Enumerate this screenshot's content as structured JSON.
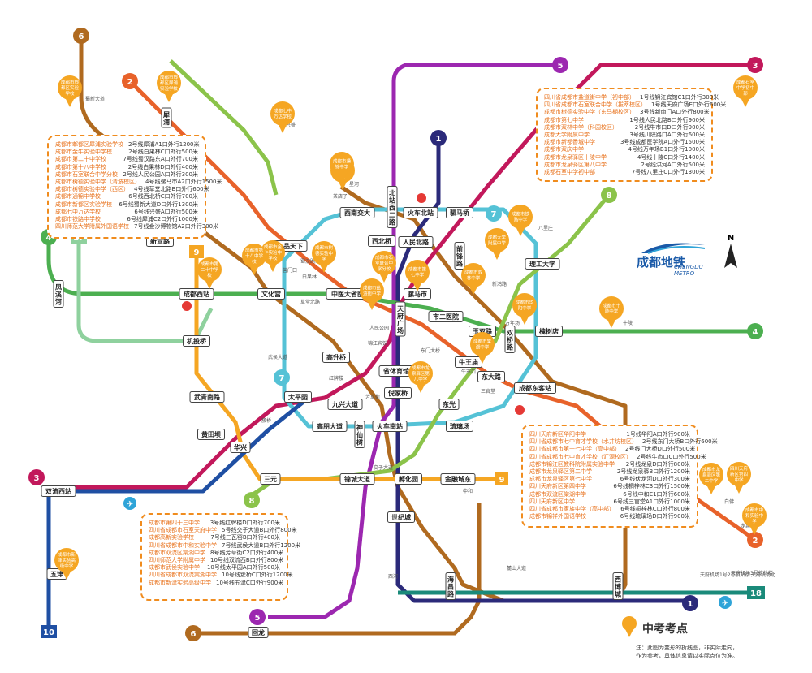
{
  "lines": [
    {
      "id": "1",
      "color": "#2b2a7a"
    },
    {
      "id": "2",
      "color": "#e8622a"
    },
    {
      "id": "3",
      "color": "#c2185b"
    },
    {
      "id": "4",
      "color": "#4caf50"
    },
    {
      "id": "5",
      "color": "#9c27b0"
    },
    {
      "id": "6",
      "color": "#b06a1f"
    },
    {
      "id": "7",
      "color": "#55c2d6"
    },
    {
      "id": "8",
      "color": "#8bc34a"
    },
    {
      "id": "9",
      "color": "#f5a623"
    },
    {
      "id": "10",
      "color": "#1f4fa3"
    },
    {
      "id": "17",
      "color": "#8fd19e"
    },
    {
      "id": "18",
      "color": "#1a8a7a"
    }
  ],
  "stations": [
    "犀浦",
    "新业路",
    "成都西站",
    "机投桥",
    "武青南路",
    "华兴",
    "三元",
    "双流西站",
    "五津",
    "回龙",
    "西南交大",
    "一品天下",
    "文化宫",
    "中医大省医院",
    "西北桥",
    "北站西二路",
    "火车北站",
    "人民北路",
    "驷马桥",
    "前锋路",
    "理工大学",
    "骡马市",
    "天府广场",
    "市二医院",
    "玉双路",
    "双桥路",
    "槐树店",
    "高升桥",
    "省体育馆",
    "牛王庙",
    "东大路",
    "成都东客站",
    "太平园",
    "九兴大道",
    "倪家桥",
    "东光",
    "高朋大道",
    "锦城大道",
    "火车南站",
    "琉璃场",
    "孵化园",
    "金融城东",
    "世纪城",
    "海昌路",
    "西博城",
    "黄田坝",
    "神仙树",
    "凤溪河"
  ],
  "small_labels": [
    "蜀新大道",
    "兴盛",
    "星河",
    "茶店子",
    "白果林",
    "蜀汉路东",
    "营门口",
    "草堂北路",
    "人民公园",
    "锦江宾馆",
    "东门大桥",
    "牛市口",
    "三官堂",
    "芳草街",
    "红牌楼",
    "武侯大道",
    "簇桥",
    "中和",
    "麓山大道",
    "交子大道",
    "西河",
    "天府机场北",
    "天府机场1号2号航站楼",
    "天府机场3号航站楼",
    "新鸿路",
    "八里庄",
    "万年场",
    "十陵",
    "白佛",
    "龙泉驿"
  ],
  "boxes": {
    "left_top": [
      [
        "成都市郫都区犀浦实验学校",
        "2号线犀浦A1口外行1200米"
      ],
      [
        "成都市金牛实验中学校",
        "2号线白果林C口外行500米"
      ],
      [
        "成都市第二十中学校",
        "7号线蜀汉路东A口外行700米"
      ],
      [
        "成都市第十八中学校",
        "2号线白果林D口外行400米"
      ],
      [
        "成都市石室联合中学分校",
        "2号线人民公园A口外行300米"
      ],
      [
        "成都市树德实验中学（清波校区）",
        "4号线骡马市A2口外行1500米"
      ],
      [
        "成都市树德实验中学（西区）",
        "4号线草堂北路B口外行600米"
      ],
      [
        "成都市通锦中学校",
        "6号线西北桥C口外行700米"
      ],
      [
        "成都市新都区实验学校",
        "6号线蜀新大道D口外行1300米"
      ],
      [
        "成都七中万达学校",
        "6号线兴盛A口外行500米"
      ],
      [
        "成都市铁路中学校",
        "6号线犀浦C2口外行1000米"
      ],
      [
        "四川师范大学附属外国语学校",
        "7号线金沙博物馆A2口外行300米"
      ]
    ],
    "right_top": [
      [
        "四川省成都市盐道街中学（初中部）",
        "1号线锦江宾馆C1口外行300米"
      ],
      [
        "四川省成都市石室联合中学（拔萃校区）",
        "1号线天府广场E口外行600米"
      ],
      [
        "成都市树德实验中学（东马棚校区）",
        "3号线新南门A口外行800米"
      ],
      [
        "成都市第七中学",
        "1号线人民北路B口外行900米"
      ],
      [
        "成都市双林中学（科园校区）",
        "2号线牛市口D口外行900米"
      ],
      [
        "成都大学附属中学",
        "3号线川陕路口A口外行600米"
      ],
      [
        "成都市新都香城中学",
        "3号线成都医学院A口外行1500米"
      ],
      [
        "成都市双庆中学",
        "4号线万年场B1口外行1000米"
      ],
      [
        "成都市龙泉驿区十陵中学",
        "4号线十陵C口外行1400米"
      ],
      [
        "成都市龙泉驿区第八中学",
        "2号线洪河A口外行500米"
      ],
      [
        "成都石室中学初中部",
        "7号线八里庄C口外行1300米"
      ]
    ],
    "right_mid": [
      [
        "四川天府新区华阳中学",
        "1号线华阳A口外行900米"
      ],
      [
        "四川省成都市七中育才学校（水井坊校区）",
        "2号线东门大桥B口外行600米"
      ],
      [
        "四川省成都市第十七中学（高中部）",
        "2号线门大桥D口外行500米"
      ],
      [
        "四川省成都市七中育才学校（汇源校区）",
        "2号线牛市口C口外行500米"
      ],
      [
        "成都市锦江区教科院附属实验中学",
        "2号线龙泉D口外行800米"
      ],
      [
        "成都市龙泉驿区第二中学",
        "2号线龙泉驿B口外行1200米"
      ],
      [
        "成都市龙泉驿区第七中学",
        "6号线伏龙河D口外行300米"
      ],
      [
        "四川天府新区第四中学",
        "6号线桐梓林C3口外行1500米"
      ],
      [
        "成都市双流区棠湖中学",
        "6号线中和E1口外行600米"
      ],
      [
        "四川天府新区中学",
        "6号线三官堂A1口外行1000米"
      ],
      [
        "四川省成都市家族中学（高中部）",
        "6号线桐梓林C口外行800米"
      ],
      [
        "成都市锦祥外国语学校",
        "6号线琉璃场D口外行900米"
      ]
    ],
    "left_bottom": [
      [
        "成都市第四十三中学",
        "3号线红牌楼D口外行700米"
      ],
      [
        "四川省成都市石室天府中学",
        "5号线交子大道B口外行800米"
      ],
      [
        "成都高新实验学校",
        "7号线三瓦窑B口外行400米"
      ],
      [
        "四川省成都市中和实验中学",
        "7号线武侯大道B口外行1200米"
      ],
      [
        "成都市双流区棠湖中学",
        "8号线芳草街C2口外行400米"
      ],
      [
        "四川师范大学附属中学",
        "10号线双流西B口外行800米"
      ],
      [
        "成都市武侯实验中学",
        "10号线太平园A口外行500米"
      ],
      [
        "四川省成都市双流棠湖中学",
        "10号线簇桥C口外行1200米"
      ],
      [
        "成都市新津实验高级中学",
        "10号线五津C口外行900米"
      ]
    ]
  },
  "pins": [
    "成都市郫都区实验学校",
    "成都市郫都区犀浦实验学校",
    "成都七中万达学校",
    "成都市新都实验学校",
    "成都市金牛实验中学校",
    "成都市通锦中学",
    "成都市铁路中学",
    "成都市石室联合中学分校",
    "成都市第二十中学校",
    "成都市第十八中学校",
    "成都市树德实验中学",
    "成都市第七中学",
    "成都市盐道街中学",
    "成都市双林中学",
    "成都大学附属中学",
    "成都石室中学初中部",
    "成都市十陵中学",
    "成都市华阳中学",
    "成都市棠湖中学",
    "成都市龙泉驿区第八中学",
    "成都市龙泉驿区第二中学",
    "四川天府新区第四中学",
    "成都市中和实验中学",
    "成都市新津实验高级中学"
  ],
  "branding": {
    "logo_cn": "成都地铁",
    "logo_en": "CHENGDU METRO",
    "north": "N"
  },
  "legend": {
    "title": "中考考点"
  },
  "note": {
    "line1": "注：此图为变形的折线图，非实际走向，",
    "line2": "作为参考，具体信息请以实际点位为准。"
  }
}
